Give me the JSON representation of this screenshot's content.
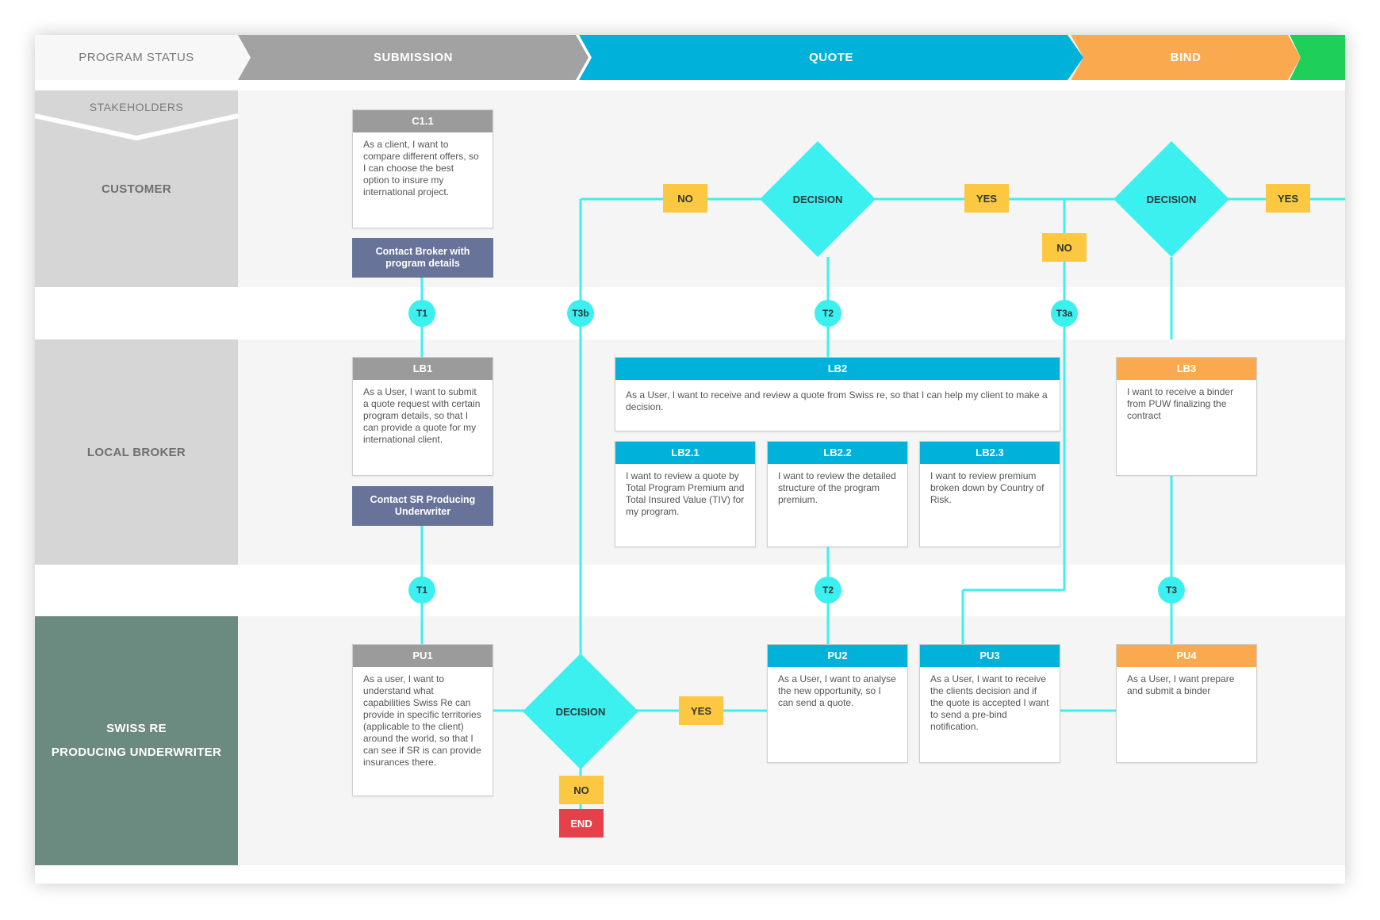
{
  "phases": {
    "status": "PROGRAM STATUS",
    "submission": "SUBMISSION",
    "quote": "QUOTE",
    "bind": "BIND"
  },
  "stakeholders_label": "STAKEHOLDERS",
  "lanes": {
    "customer": "CUSTOMER",
    "broker": "LOCAL BROKER",
    "puw_line1": "SWISS RE",
    "puw_line2": "PRODUCING UNDERWRITER"
  },
  "cards": {
    "c11": {
      "id": "C1.1",
      "text": "As a client, I want to compare different offers, so I can choose the best option to insure my international project."
    },
    "lb1": {
      "id": "LB1",
      "text": "As a User, I want to submit a quote request with certain program details, so that I can provide a quote for my international client."
    },
    "lb2": {
      "id": "LB2",
      "text": "As a User, I want to receive and review a quote from Swiss re, so that I can help my client to make a decision."
    },
    "lb21": {
      "id": "LB2.1",
      "text": "I want to review a quote by Total Program Premium and Total Insured Value (TIV) for my program."
    },
    "lb22": {
      "id": "LB2.2",
      "text": "I want to review the detailed structure of the program premium."
    },
    "lb23": {
      "id": "LB2.3",
      "text": "I want to review premium broken down by Country of Risk."
    },
    "lb3": {
      "id": "LB3",
      "text": "I want to receive a binder from PUW finalizing the contract"
    },
    "pu1": {
      "id": "PU1",
      "text": "As a user, I want to understand what capabilities Swiss Re can provide in specific territories (applicable to the client) around the world, so that I can see if SR is can provide insurances there."
    },
    "pu2": {
      "id": "PU2",
      "text": "As a User, I want to analyse the new opportunity, so I can send a quote."
    },
    "pu3": {
      "id": "PU3",
      "text": "As a User, I want to receive the clients decision and if the quote is accepted I want to send a pre-bind notification."
    },
    "pu4": {
      "id": "PU4",
      "text": "As a User, I want prepare and submit a binder"
    }
  },
  "actions": {
    "contact_broker": "Contact Broker with program details",
    "contact_sr": "Contact SR Producing Underwriter"
  },
  "nodes": {
    "t1_top": "T1",
    "t3b": "T3b",
    "t2_top": "T2",
    "t3a": "T3a",
    "t1_bottom": "T1",
    "t2_bottom": "T2",
    "t3": "T3"
  },
  "decisions": {
    "d1": "DECISION",
    "d2": "DECISION",
    "d3": "DECISION"
  },
  "tags": {
    "no1": "NO",
    "yes1": "YES",
    "no2": "NO",
    "yes2": "YES",
    "yes3": "YES",
    "no3": "NO",
    "end": "END"
  },
  "colors": {
    "connector": "#3df0f0",
    "submission": "#a2a2a2",
    "quote": "#00b1da",
    "bind": "#fba94e",
    "issue": "#1ecf5a",
    "tag": "#fcc842",
    "end": "#e6404a",
    "action": "#687399",
    "puw_lane": "#6b8a80"
  }
}
